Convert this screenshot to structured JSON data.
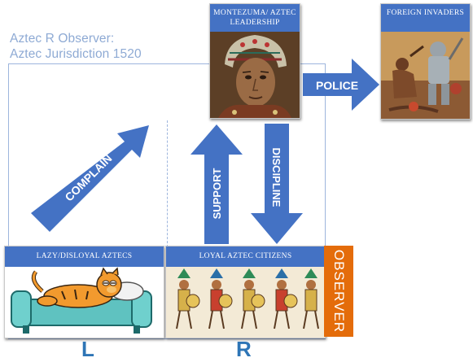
{
  "title": {
    "line1": "Aztec R Observer:",
    "line2": "Aztec Jurisdiction 1520"
  },
  "nodes": {
    "leadership": "MONTEZUMA/ AZTEC LEADERSHIP",
    "invaders": "FOREIGN INVADERS",
    "lazy": "LAZY/DISLOYAL AZTECS",
    "loyal": "LOYAL AZTEC CITIZENS",
    "observer": "OBSERVER"
  },
  "arrows": {
    "complain": "COMPLAIN",
    "support": "SUPPORT",
    "discipline": "DISCIPLINE",
    "police": "POLICE"
  },
  "letters": {
    "left": "L",
    "right": "R"
  },
  "colors": {
    "arrow": "#4472c4",
    "header": "#4472c4",
    "observer": "#e46c0a",
    "title": "#8eaad4",
    "letters": "#2e75b6"
  }
}
